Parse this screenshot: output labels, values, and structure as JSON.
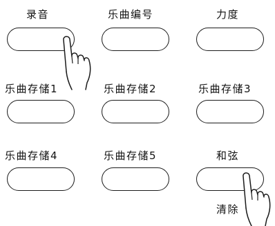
{
  "rows": [
    {
      "buttons": [
        {
          "label": "录音"
        },
        {
          "label": "乐曲编号"
        },
        {
          "label": "力度"
        }
      ]
    },
    {
      "buttons": [
        {
          "label": "乐曲存储1"
        },
        {
          "label": "乐曲存储2"
        },
        {
          "label": "乐曲存储3"
        }
      ]
    },
    {
      "buttons": [
        {
          "label": "乐曲存储4"
        },
        {
          "label": "乐曲存储5"
        },
        {
          "label": "和弦"
        }
      ]
    }
  ],
  "secondary_labels": {
    "chord_below": "清除"
  },
  "icons": {
    "pressing_hand": "pointing-hand-icon"
  }
}
